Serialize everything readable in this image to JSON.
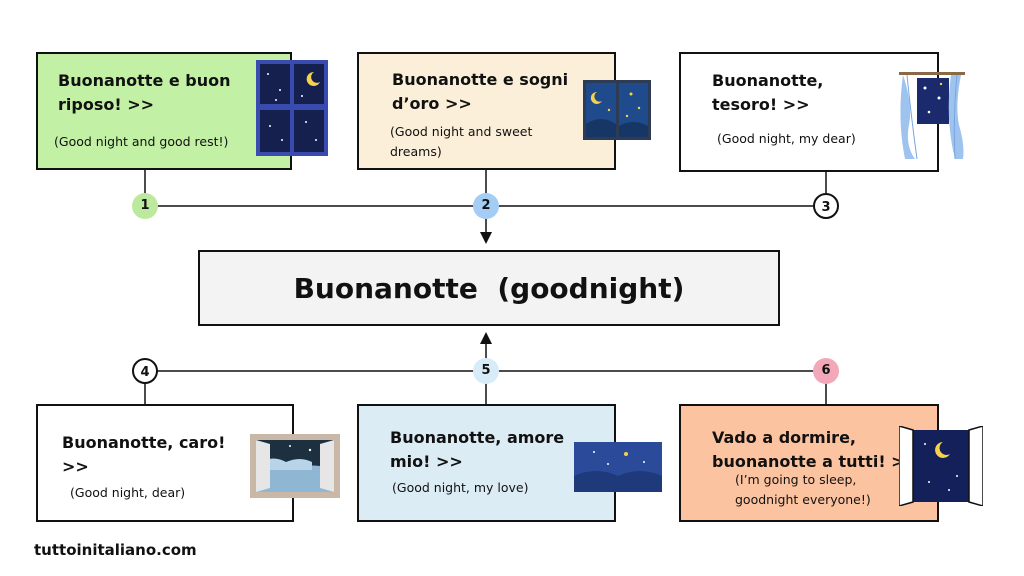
{
  "center": {
    "title": "Buonanotte  (goodnight)"
  },
  "cards": [
    {
      "number": "1",
      "phrase": "Buonanotte e buon\nriposo! >>",
      "translation": "(Good night and good rest!)",
      "bg": "#c2f0a4",
      "dot_color": "#bde99e",
      "icon": "night-window-icon"
    },
    {
      "number": "2",
      "phrase": "Buonanotte e sogni\nd’oro >>",
      "translation": "(Good night and sweet\ndreams)",
      "bg": "#fbefd9",
      "dot_color": "#a3cdf4",
      "icon": "moon-window-icon"
    },
    {
      "number": "3",
      "phrase": "Buonanotte,\ntesoro! >>",
      "translation": "(Good night, my dear)",
      "bg": "#ffffff",
      "dot_color": "#ffffff",
      "icon": "curtain-window-icon"
    },
    {
      "number": "4",
      "phrase": "Buonanotte, caro!\n>>",
      "translation": "(Good night, dear)",
      "bg": "#ffffff",
      "dot_color": "#ffffff",
      "icon": "open-window-icon"
    },
    {
      "number": "5",
      "phrase": "Buonanotte, amore\nmio! >>",
      "translation": "(Good night, my love)",
      "bg": "#dcecf5",
      "dot_color": "#d7ebf8",
      "icon": "night-sky-icon"
    },
    {
      "number": "6",
      "phrase": "Vado a dormire,\nbuonanotte a tutti! >>",
      "translation": "(I’m going to sleep,\ngoodnight everyone!)",
      "bg": "#fcc3a0",
      "dot_color": "#f2a8b8",
      "icon": "open-shutters-icon"
    }
  ],
  "footer": {
    "site": "tuttoinitaliano.com"
  }
}
